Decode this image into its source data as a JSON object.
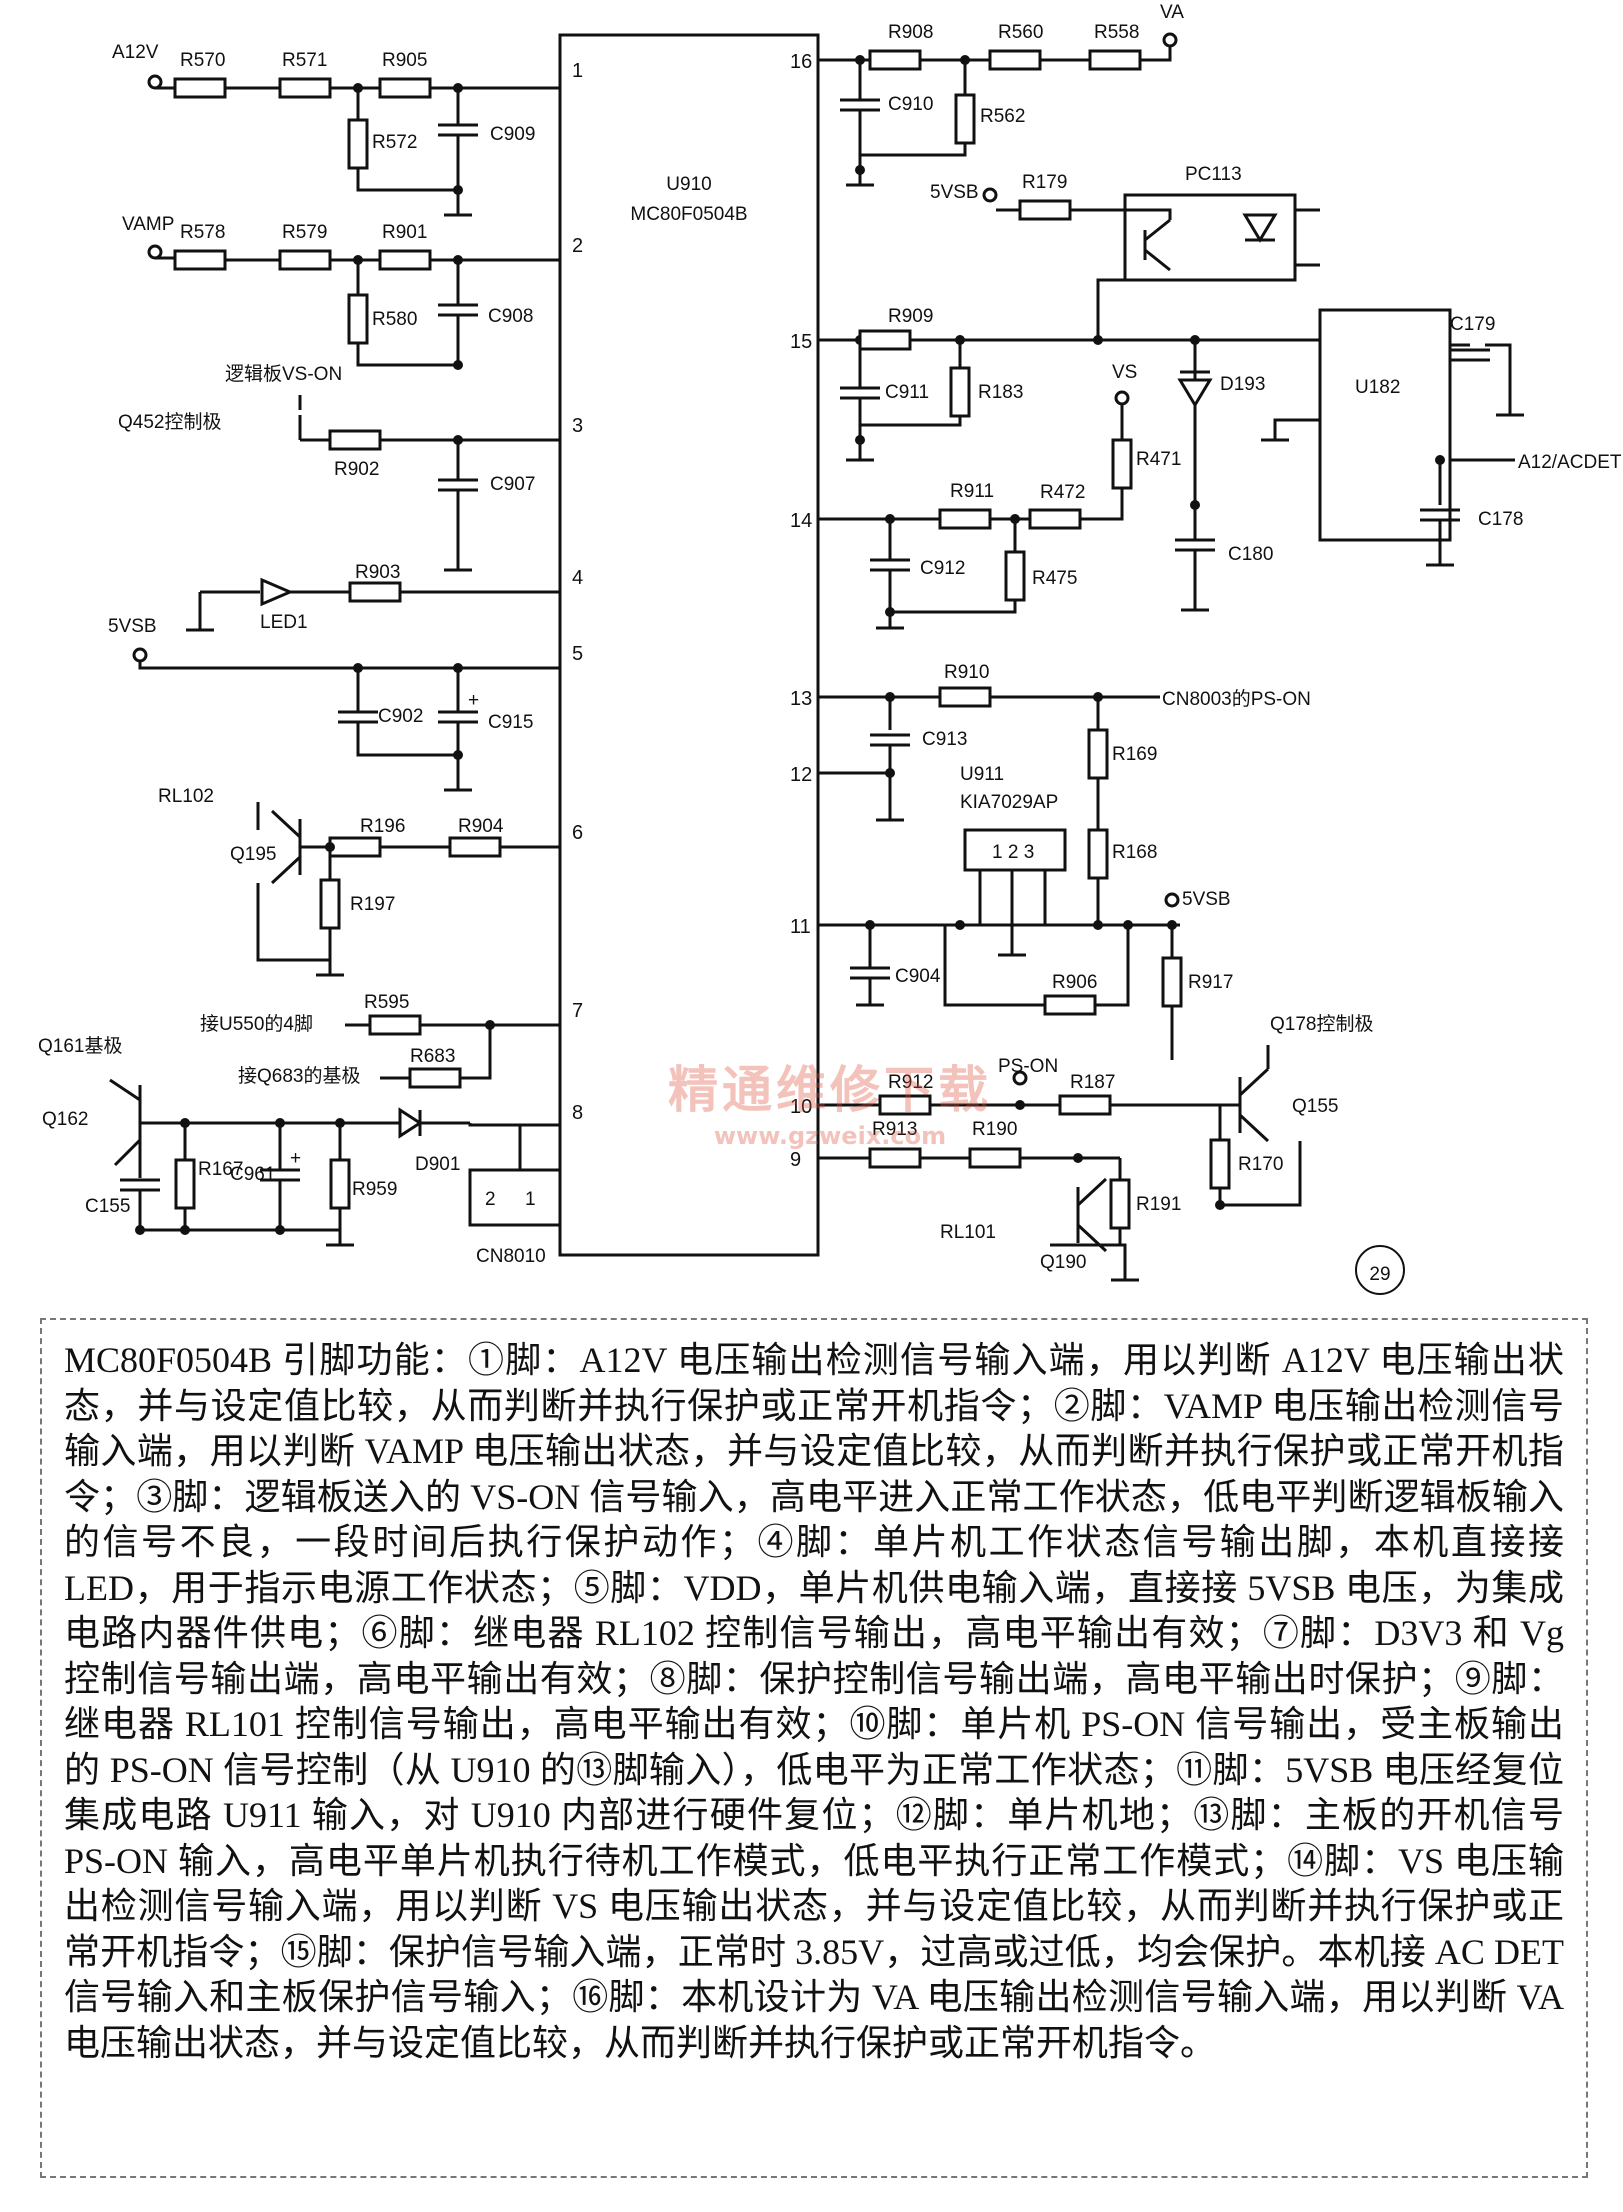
{
  "figure_number": "㉙",
  "ic": {
    "ref": "U910",
    "part": "MC80F0504B"
  },
  "pins": [
    "1",
    "2",
    "3",
    "4",
    "5",
    "6",
    "7",
    "8",
    "9",
    "10",
    "11",
    "12",
    "13",
    "14",
    "15",
    "16"
  ],
  "labels": {
    "A12V": "A12V",
    "VAMP": "VAMP",
    "VS_ON": "逻辑板VS-ON",
    "Q452": "Q452控制极",
    "5VSB_left": "5VSB",
    "LED1": "LED1",
    "RL102": "RL102",
    "Q195": "Q195",
    "U550": "接U550的4脚",
    "Q683": "接Q683的基极",
    "Q161": "Q161基极",
    "Q162": "Q162",
    "CN8010": "CN8010",
    "cn_pin2": "2",
    "cn_pin1": "1",
    "VA": "VA",
    "5VSB_top": "5VSB",
    "PC113": "PC113",
    "VS": "VS",
    "U182": "U182",
    "A12_ACDET": "A12/ACDET",
    "CN8003": "CN8003的PS-ON",
    "U911": "U911",
    "KIA7029AP": "KIA7029AP",
    "u911_pins": "1 2 3",
    "5VSB_right": "5VSB",
    "PS_ON": "PS-ON",
    "Q178": "Q178控制极",
    "Q155": "Q155",
    "RL101": "RL101",
    "Q190": "Q190",
    "D901": "D901",
    "D193": "D193",
    "R570": "R570",
    "R571": "R571",
    "R905": "R905",
    "R572": "R572",
    "C909": "C909",
    "R578": "R578",
    "R579": "R579",
    "R901": "R901",
    "R580": "R580",
    "C908": "C908",
    "R902": "R902",
    "C907": "C907",
    "R903": "R903",
    "C902": "C902",
    "C915": "C915",
    "R196": "R196",
    "R904": "R904",
    "R197": "R197",
    "R595": "R595",
    "R683": "R683",
    "C155": "C155",
    "R167": "R167",
    "C961": "C961",
    "R959": "R959",
    "R908": "R908",
    "R560": "R560",
    "R558": "R558",
    "C910": "C910",
    "R562": "R562",
    "R179": "R179",
    "R909": "R909",
    "C911": "C911",
    "R183": "R183",
    "C179": "C179",
    "R471": "R471",
    "R911": "R911",
    "R472": "R472",
    "C912": "C912",
    "R475": "R475",
    "C178": "C178",
    "C180": "C180",
    "R910": "R910",
    "C913": "C913",
    "R169": "R169",
    "R168": "R168",
    "C904": "C904",
    "R906": "R906",
    "R917": "R917",
    "R912": "R912",
    "R187": "R187",
    "R913": "R913",
    "R190": "R190",
    "R170": "R170",
    "R191": "R191"
  },
  "watermark": {
    "line1": "精通维修下载",
    "line2": "www.gzweix.com"
  },
  "description": "MC80F0504B 引脚功能：①脚：A12V 电压输出检测信号输入端，用以判断 A12V 电压输出状态，并与设定值比较，从而判断并执行保护或正常开机指令；②脚：VAMP 电压输出检测信号输入端，用以判断 VAMP 电压输出状态，并与设定值比较，从而判断并执行保护或正常开机指令；③脚：逻辑板送入的 VS-ON 信号输入，高电平进入正常工作状态，低电平判断逻辑板输入的信号不良，一段时间后执行保护动作；④脚：单片机工作状态信号输出脚，本机直接接 LED，用于指示电源工作状态；⑤脚：VDD，单片机供电输入端，直接接 5VSB 电压，为集成电路内器件供电；⑥脚：继电器 RL102 控制信号输出，高电平输出有效；⑦脚：D3V3 和 Vg 控制信号输出端，高电平输出有效；⑧脚：保护控制信号输出端，高电平输出时保护；⑨脚：继电器 RL101 控制信号输出，高电平输出有效；⑩脚：单片机 PS-ON 信号输出，受主板输出的 PS-ON 信号控制（从 U910 的⑬脚输入），低电平为正常工作状态；⑪脚：5VSB 电压经复位集成电路 U911 输入，对 U910 内部进行硬件复位；⑫脚：单片机地；⑬脚：主板的开机信号 PS-ON 输入，高电平单片机执行待机工作模式，低电平执行正常工作模式；⑭脚：VS 电压输出检测信号输入端，用以判断 VS 电压输出状态，并与设定值比较，从而判断并执行保护或正常开机指令；⑮脚：保护信号输入端，正常时 3.85V，过高或过低，均会保护。本机接 AC DET 信号输入和主板保护信号输入；⑯脚：本机设计为 VA 电压输出检测信号输入端，用以判断 VA 电压输出状态，并与设定值比较，从而判断并执行保护或正常开机指令。"
}
